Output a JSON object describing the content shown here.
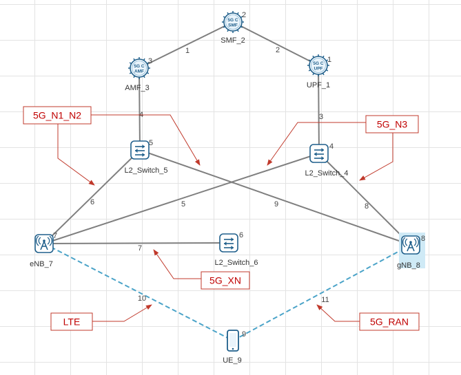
{
  "colors": {
    "link": "#7f7f7f",
    "wireless": "#4aa3c8",
    "callout": "#c0392b",
    "callout_text": "#c00000",
    "icon": "#1f5f8b",
    "selection": "#cfeaf6"
  },
  "nodes": [
    {
      "id": "SMF_2",
      "label": "SMF_2",
      "icon_text": [
        "5G C",
        "SMF"
      ],
      "type": "core",
      "number": "2"
    },
    {
      "id": "AMF_3",
      "label": "AMF_3",
      "icon_text": [
        "5G C",
        "AMF"
      ],
      "type": "core",
      "number": "3"
    },
    {
      "id": "UPF_1",
      "label": "UPF_1",
      "icon_text": [
        "5G C",
        "UPF"
      ],
      "type": "core",
      "number": "1"
    },
    {
      "id": "L2_Switch_5",
      "label": "L2_Switch_5",
      "type": "switch",
      "number": "5"
    },
    {
      "id": "L2_Switch_4",
      "label": "L2_Switch_4",
      "type": "switch",
      "number": "4"
    },
    {
      "id": "eNB_7",
      "label": "eNB_7",
      "type": "enb",
      "number": "7"
    },
    {
      "id": "L2_Switch_6",
      "label": "L2_Switch_6",
      "type": "switch",
      "number": "6"
    },
    {
      "id": "gNB_8",
      "label": "gNB_8",
      "type": "gnb",
      "number": "8",
      "selected": true
    },
    {
      "id": "UE_9",
      "label": "UE_9",
      "type": "ue",
      "number": "9"
    }
  ],
  "links": [
    {
      "from": "AMF_3",
      "to": "SMF_2",
      "label": "1",
      "style": "wired"
    },
    {
      "from": "SMF_2",
      "to": "UPF_1",
      "label": "2",
      "style": "wired"
    },
    {
      "from": "UPF_1",
      "to": "L2_Switch_4",
      "label": "3",
      "style": "wired"
    },
    {
      "from": "AMF_3",
      "to": "L2_Switch_5",
      "label": "4",
      "style": "wired"
    },
    {
      "from": "L2_Switch_4",
      "to": "eNB_7",
      "label": "5",
      "style": "wired"
    },
    {
      "from": "L2_Switch_5",
      "to": "eNB_7",
      "label": "6",
      "style": "wired"
    },
    {
      "from": "eNB_7",
      "to": "L2_Switch_6",
      "label": "7",
      "style": "wired"
    },
    {
      "from": "L2_Switch_4",
      "to": "gNB_8",
      "label": "8",
      "style": "wired"
    },
    {
      "from": "L2_Switch_5",
      "to": "gNB_8",
      "label": "9",
      "style": "wired"
    },
    {
      "from": "eNB_7",
      "to": "UE_9",
      "label": "10",
      "style": "wireless"
    },
    {
      "from": "gNB_8",
      "to": "UE_9",
      "label": "11",
      "style": "wireless"
    }
  ],
  "callouts": [
    {
      "id": "n1n2",
      "text": "5G_N1_N2"
    },
    {
      "id": "n3",
      "text": "5G_N3"
    },
    {
      "id": "xn",
      "text": "5G_XN"
    },
    {
      "id": "lte",
      "text": "LTE"
    },
    {
      "id": "ran",
      "text": "5G_RAN"
    }
  ]
}
